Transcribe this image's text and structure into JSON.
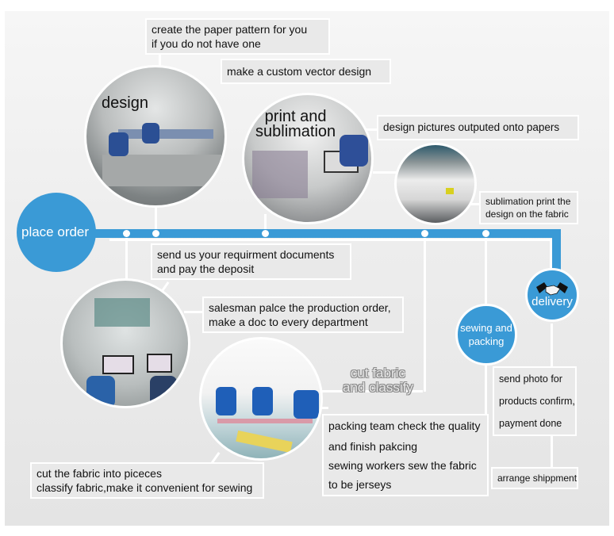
{
  "colors": {
    "accent": "#3a9ad6",
    "label_bg": "#e9e9e9",
    "background": "#eeeeee"
  },
  "start": {
    "label": "place order"
  },
  "end": {
    "label": "delivery",
    "icon": "handshake-icon"
  },
  "stages": {
    "design": {
      "title": "design"
    },
    "print": {
      "title_line1": "print and",
      "title_line2": "sublimation"
    },
    "cut": {
      "title_line1": "cut fabric",
      "title_line2": "and classify"
    },
    "sewing": {
      "title_line1": "sewing and",
      "title_line2": "packing"
    }
  },
  "labels": {
    "paper_pattern": [
      "create the paper pattern for you",
      "if you do not have one"
    ],
    "vector_design": [
      "make a custom vector design"
    ],
    "outputed_papers": [
      "design pictures outputed onto papers"
    ],
    "sublimation_fabric": [
      "sublimation print the",
      "design on the fabric"
    ],
    "requirement_docs": [
      "send us your requirment documents",
      "and pay the deposit"
    ],
    "salesman": [
      "salesman palce the production order,",
      "make a doc to every department"
    ],
    "cut_pieces": [
      "cut the fabric into piceces",
      "classify fabric,make it convenient for sewing"
    ],
    "packing_sewing": [
      "packing team check the quality",
      "and finish pakcing",
      "sewing workers sew the fabric",
      "to be jerseys"
    ],
    "send_photo": [
      "send photo for",
      "products confirm,",
      "payment done"
    ],
    "shipment": [
      "arrange shippment"
    ]
  }
}
